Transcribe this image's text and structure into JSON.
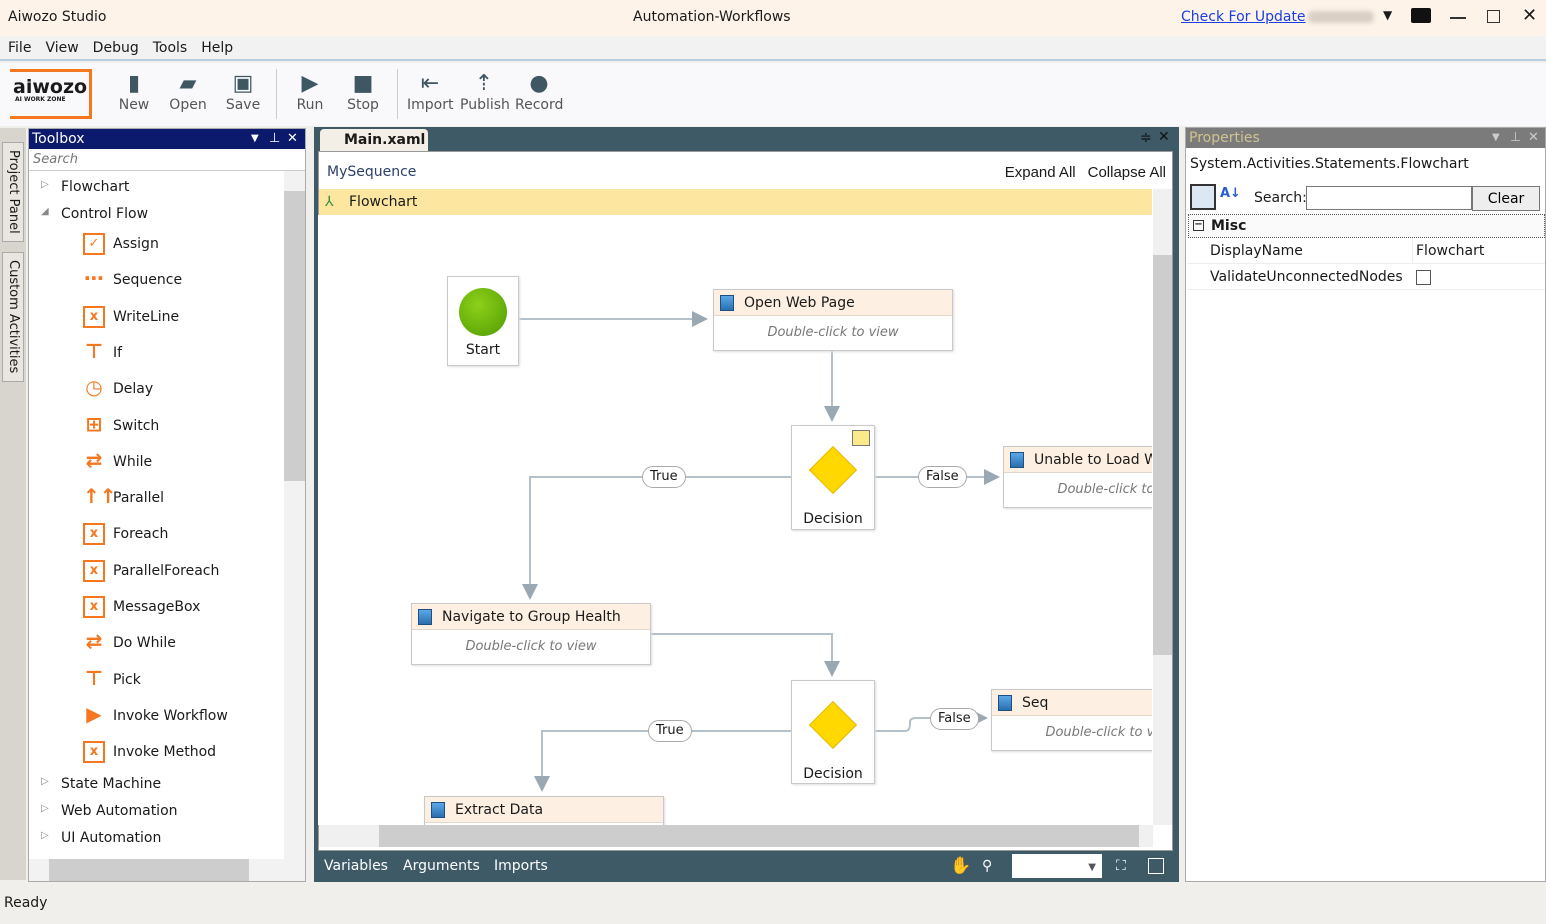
{
  "app": {
    "title": "Aiwozo Studio",
    "document_title": "Automation-Workflows",
    "check_update": "Check For Update",
    "logo_text": "aiwozo",
    "logo_sub": "AI WORK ZONE"
  },
  "menu": [
    "File",
    "View",
    "Debug",
    "Tools",
    "Help"
  ],
  "toolbar": [
    {
      "label": "New",
      "icon": "file-icon"
    },
    {
      "label": "Open",
      "icon": "folder-icon"
    },
    {
      "label": "Save",
      "icon": "save-icon"
    },
    {
      "label": "Run",
      "icon": "play-icon"
    },
    {
      "label": "Stop",
      "icon": "stop-icon"
    },
    {
      "label": "Import",
      "icon": "import-icon"
    },
    {
      "label": "Publish",
      "icon": "publish-icon"
    },
    {
      "label": "Record",
      "icon": "record-icon"
    }
  ],
  "side_tabs": [
    "Project Panel",
    "Custom Activities"
  ],
  "toolbox": {
    "title": "Toolbox",
    "search_placeholder": "Search",
    "groups_top": [
      {
        "label": "Flowchart",
        "expanded": false
      },
      {
        "label": "Control Flow",
        "expanded": true
      }
    ],
    "items": [
      "Assign",
      "Sequence",
      "WriteLine",
      "If",
      "Delay",
      "Switch",
      "While",
      "Parallel",
      "Foreach",
      "ParallelForeach",
      "MessageBox",
      "Do While",
      "Pick",
      "Invoke Workflow",
      "Invoke Method"
    ],
    "groups_bottom": [
      "State Machine",
      "Web Automation",
      "UI Automation"
    ]
  },
  "designer": {
    "tab": "Main.xaml",
    "breadcrumb": "MySequence",
    "expand_all": "Expand All",
    "collapse_all": "Collapse All",
    "root": "Flowchart",
    "nodes": {
      "start": "Start",
      "open_web": "Open Web Page",
      "unable": "Unable to Load Web Page",
      "navigate": "Navigate to Group Health",
      "seq": "Seq",
      "extract": "Extract Data",
      "decision1": "Decision",
      "decision2": "Decision",
      "hint": "Double-click to view"
    },
    "labels": {
      "true1": "True",
      "false1": "False",
      "true2": "True",
      "false2": "False"
    },
    "bottom_tabs": [
      "Variables",
      "Arguments",
      "Imports"
    ]
  },
  "properties": {
    "title": "Properties",
    "type": "System.Activities.Statements.Flowchart",
    "search_label": "Search:",
    "clear": "Clear",
    "category": "Misc",
    "rows": [
      {
        "name": "DisplayName",
        "value": "Flowchart"
      },
      {
        "name": "ValidateUnconnectedNodes",
        "value": ""
      }
    ]
  },
  "status": "Ready"
}
